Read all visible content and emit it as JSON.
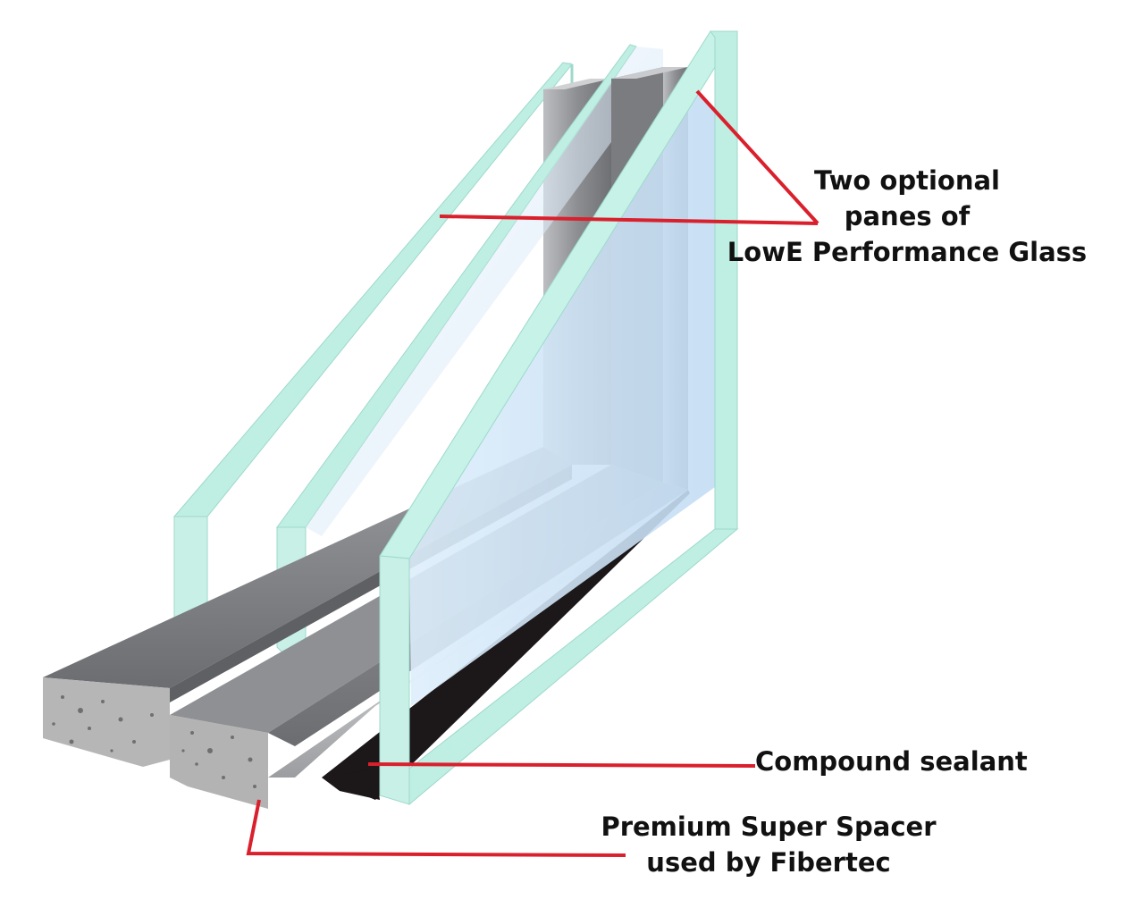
{
  "diagram": {
    "labels": {
      "glass": {
        "line1": "Two optional",
        "line2": "panes of",
        "line3": "LowE Performance Glass"
      },
      "sealant": {
        "line1": "Compound sealant"
      },
      "spacer": {
        "line1": "Premium Super Spacer",
        "line2": "used by Fibertec"
      }
    },
    "colors": {
      "leader": "#d9202c",
      "glass_edge": "#bfeee3",
      "glass_face": "#dcebf8",
      "spacer_metal": "#8d8f93",
      "spacer_foam": "#b3b3b3",
      "sealant": "#1c1718"
    }
  }
}
